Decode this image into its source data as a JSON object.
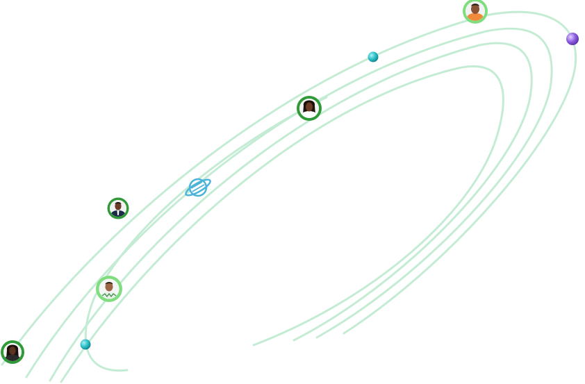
{
  "colors": {
    "orbit": "#c4ecd4",
    "avatar_ring_light": "#7fdc7f",
    "avatar_ring_dark": "#2f9a37",
    "teal_planet": "#2bbfc6",
    "purple_planet": "#8e5ee0",
    "saturn_icon": "#4bb3d8"
  },
  "icons": {
    "saturn": "saturn-icon",
    "planet_small": "planet-icon",
    "avatar": "person-avatar"
  },
  "avatars": [
    {
      "id": "avatar-top-right",
      "skin": "#8a5235",
      "hair": "#2a1a12",
      "shirt": "#f08a3b",
      "ring": "light"
    },
    {
      "id": "avatar-center",
      "skin": "#6d3c25",
      "hair": "#1c120c",
      "shirt": "#ffffff",
      "ring": "dark"
    },
    {
      "id": "avatar-left-upper",
      "skin": "#6a3b26",
      "hair": "#1a120c",
      "shirt": "#1d2b48",
      "ring": "dark"
    },
    {
      "id": "avatar-left-middle",
      "skin": "#9a6645",
      "hair": "#221610",
      "shirt": "#e9efe9",
      "ring": "light"
    },
    {
      "id": "avatar-bottom-left",
      "skin": "#5c3220",
      "hair": "#1a0f0a",
      "shirt": "#2b2b2b",
      "ring": "dark"
    }
  ]
}
